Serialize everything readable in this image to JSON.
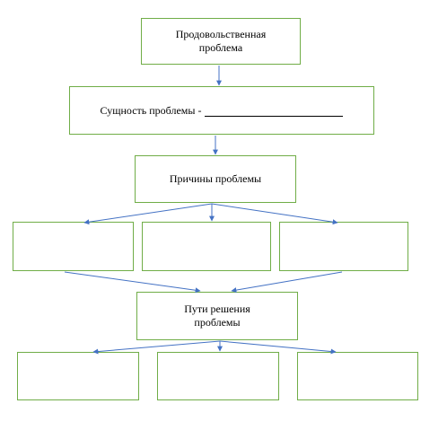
{
  "diagram": {
    "top_box": {
      "line1": "Продовольственная",
      "line2": "проблема"
    },
    "essence_box": {
      "label": "Сущность проблемы -"
    },
    "causes_box": {
      "label": "Причины проблемы"
    },
    "solutions_box": {
      "line1": "Пути решения",
      "line2": "проблемы"
    },
    "colors": {
      "box_border": "#70ad47",
      "arrow": "#4472c4"
    }
  }
}
